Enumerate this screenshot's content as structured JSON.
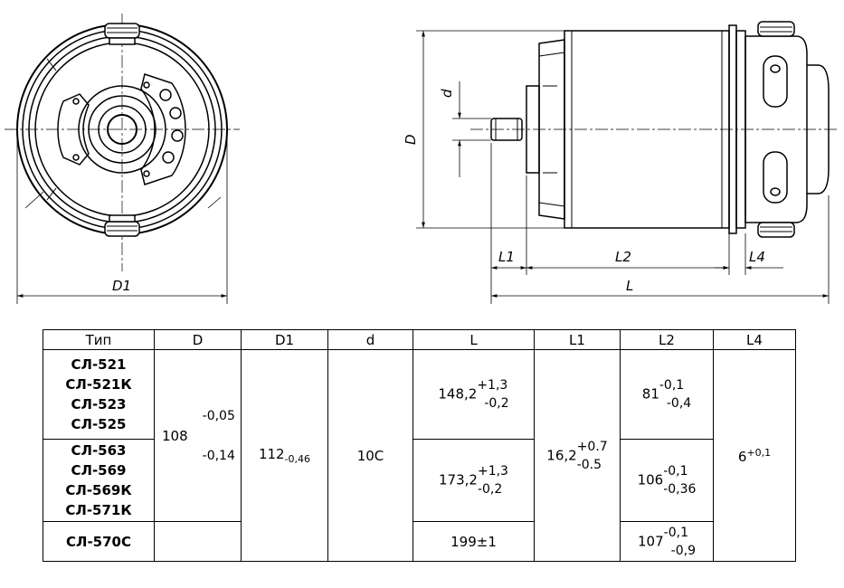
{
  "drawing": {
    "dim_labels": {
      "D1": "D1",
      "D": "D",
      "d": "d",
      "L1": "L1",
      "L2": "L2",
      "L4": "L4",
      "L": "L"
    }
  },
  "table": {
    "headers": [
      "Тип",
      "D",
      "D1",
      "d",
      "L",
      "L1",
      "L2",
      "L4"
    ],
    "groups": [
      {
        "types": [
          "СЛ-521",
          "СЛ-521К",
          "СЛ-523",
          "СЛ-525"
        ],
        "L": {
          "base": "148,2",
          "upper": "+1,3",
          "lower": "-0,2"
        },
        "L2": {
          "base": "81",
          "upper": "-0,1",
          "lower": "-0,4"
        }
      },
      {
        "types": [
          "СЛ-563",
          "СЛ-569",
          "СЛ-569К",
          "СЛ-571К"
        ],
        "L": {
          "base": "173,2",
          "upper": "+1,3",
          "lower": "-0,2"
        },
        "L2": {
          "base": "106",
          "upper": "-0,1",
          "lower": "-0,36"
        }
      },
      {
        "types": [
          "СЛ-570С"
        ],
        "L": {
          "text": "199±1"
        },
        "L2": {
          "base": "107",
          "upper": "-0,1",
          "lower": "-0,9"
        }
      }
    ],
    "shared": {
      "D": {
        "base": "108",
        "upper": "-0,05",
        "lower": "-0,14"
      },
      "D1": {
        "base": "112",
        "lower": "-0,46"
      },
      "d": "10С",
      "L1": {
        "base": "16,2",
        "upper": "+0.7",
        "lower": "-0.5"
      },
      "L4": {
        "base": "6",
        "upper": "+0,1"
      }
    }
  }
}
